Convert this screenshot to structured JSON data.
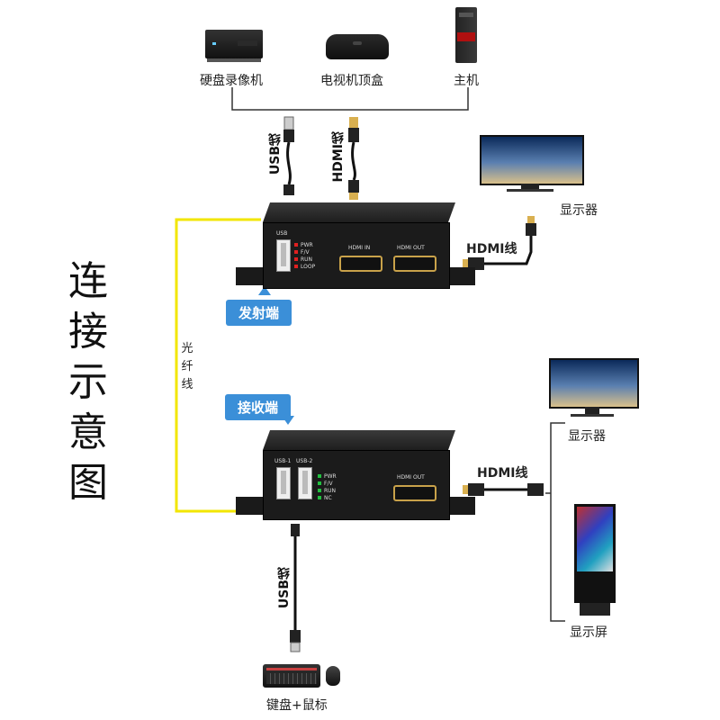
{
  "title_chars": [
    "连",
    "接",
    "示",
    "意",
    "图"
  ],
  "sources": {
    "nvr": "硬盘录像机",
    "stb": "电视机顶盒",
    "pc": "主机"
  },
  "cables": {
    "usb_top": "USB线",
    "hdmi_top": "HDMI线",
    "hdmi_tx_out": "HDMI线",
    "hdmi_rx_out": "HDMI线",
    "usb_bottom": "USB线",
    "fiber": [
      "光",
      "纤",
      "线"
    ]
  },
  "transmitter": {
    "badge": "发射端",
    "usb": "USB",
    "leds": [
      "PWR",
      "F/V",
      "RUN",
      "LOOP"
    ],
    "hdmi_in": "HDMI IN",
    "hdmi_out": "HDMI OUT"
  },
  "receiver": {
    "badge": "接收端",
    "usb1": "USB-1",
    "usb2": "USB-2",
    "leds": [
      "PWR",
      "F/V",
      "RUN",
      "NC"
    ],
    "hdmi_out": "HDMI OUT"
  },
  "displays": {
    "tx_monitor": "显示器",
    "rx_monitor": "显示器",
    "rx_kiosk": "显示屏"
  },
  "peripherals": "键盘+鼠标",
  "colors": {
    "badge": "#3b8fd8",
    "fiber": "#f2e600",
    "led_tx": "#e02020",
    "led_rx": "#22c040",
    "device": "#1b1b1b"
  }
}
